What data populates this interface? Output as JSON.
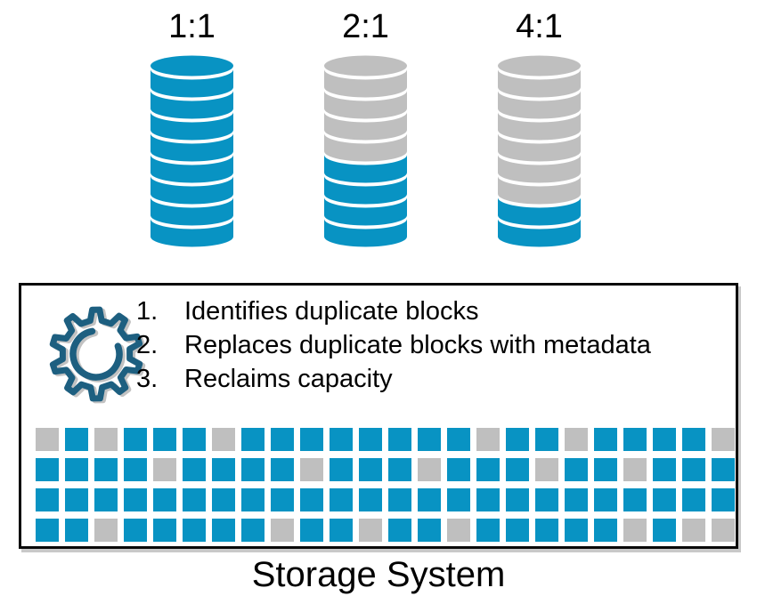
{
  "colors": {
    "blue": "#0893C3",
    "gray": "#BFBFBF",
    "gear": "#1D5F80",
    "border": "#0A0A0A",
    "text": "#000000"
  },
  "ratios": [
    {
      "label": "1:1",
      "cap": "B",
      "segments": "BBBBBBBB"
    },
    {
      "label": "2:1",
      "cap": "G",
      "segments": "GGGGBBBB"
    },
    {
      "label": "4:1",
      "cap": "G",
      "segments": "GGGGGGBB"
    }
  ],
  "dedupe_box": {
    "icon": "gear-icon",
    "steps": [
      {
        "num": "1.",
        "text": "Identifies duplicate blocks"
      },
      {
        "num": "2.",
        "text": "Replaces duplicate blocks with metadata"
      },
      {
        "num": "3.",
        "text": "Reclaims capacity"
      }
    ],
    "block_grid": {
      "columns": 24,
      "legend": {
        "B": "blue-used-block",
        "G": "gray-freed-block"
      },
      "rows": [
        "GBGBBBGBBBBBBBBGBBGBBBBG",
        "BBBBGBBBBGBBBGBBBGBBGBBB",
        "BBBBBBBBBBBBBBBBBBBBBBBB",
        "BBGBBBBBGBBGBBGBBBBBGBGG"
      ]
    }
  },
  "footer": {
    "label": "Storage System"
  }
}
